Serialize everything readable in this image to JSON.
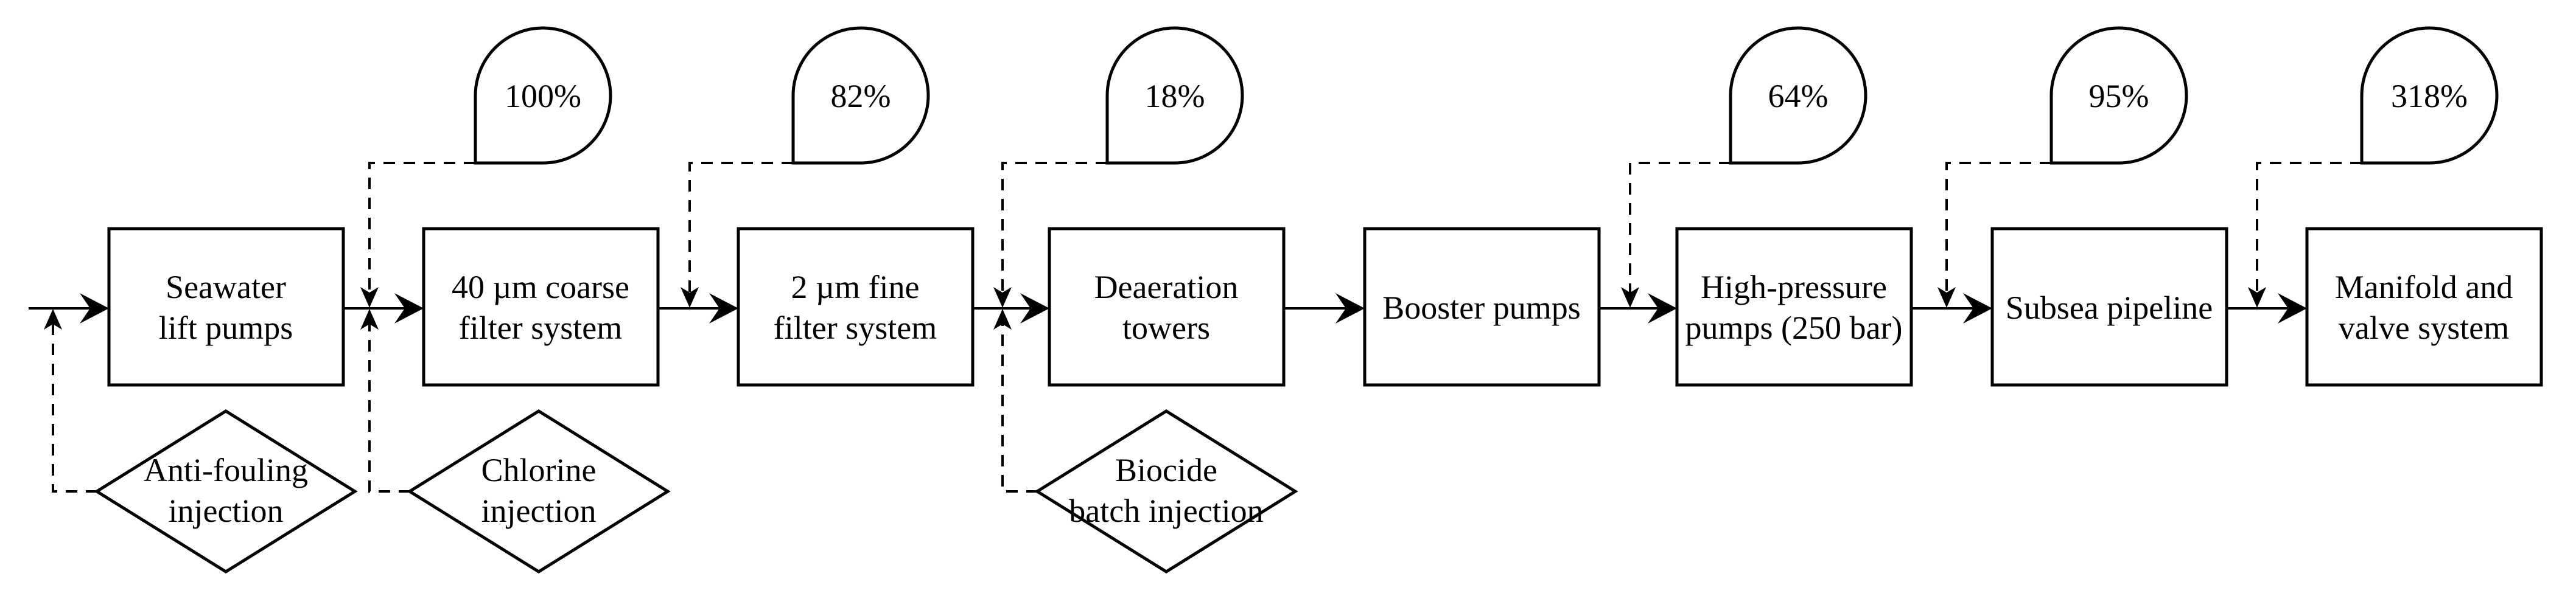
{
  "diagram": {
    "background_color": "#ffffff",
    "stroke_color": "#000000",
    "process_boxes": [
      {
        "id": "seawater-lift-pumps",
        "lines": [
          "Seawater",
          "lift pumps"
        ]
      },
      {
        "id": "coarse-filter-system",
        "lines": [
          "40 µm coarse",
          "filter system"
        ]
      },
      {
        "id": "fine-filter-system",
        "lines": [
          "2 µm fine",
          "filter system"
        ]
      },
      {
        "id": "deaeration-towers",
        "lines": [
          "Deaeration",
          "towers"
        ]
      },
      {
        "id": "booster-pumps",
        "lines": [
          "Booster pumps"
        ]
      },
      {
        "id": "high-pressure-pumps",
        "lines": [
          "High-pressure",
          "pumps (250 bar)"
        ]
      },
      {
        "id": "subsea-pipeline",
        "lines": [
          "Subsea pipeline"
        ]
      },
      {
        "id": "manifold-valve-system",
        "lines": [
          "Manifold and",
          "valve system"
        ]
      }
    ],
    "injection_diamonds": [
      {
        "id": "anti-fouling-injection",
        "lines": [
          "Anti-fouling",
          "injection"
        ]
      },
      {
        "id": "chlorine-injection",
        "lines": [
          "Chlorine",
          "injection"
        ]
      },
      {
        "id": "biocide-batch-injection",
        "lines": [
          "Biocide",
          "batch injection"
        ]
      }
    ],
    "flow_meters": [
      {
        "id": "meter-1",
        "value": "100%"
      },
      {
        "id": "meter-2",
        "value": "82%"
      },
      {
        "id": "meter-3",
        "value": "18%"
      },
      {
        "id": "meter-4",
        "value": "64%"
      },
      {
        "id": "meter-5",
        "value": "95%"
      },
      {
        "id": "meter-6",
        "value": "318%"
      }
    ]
  }
}
